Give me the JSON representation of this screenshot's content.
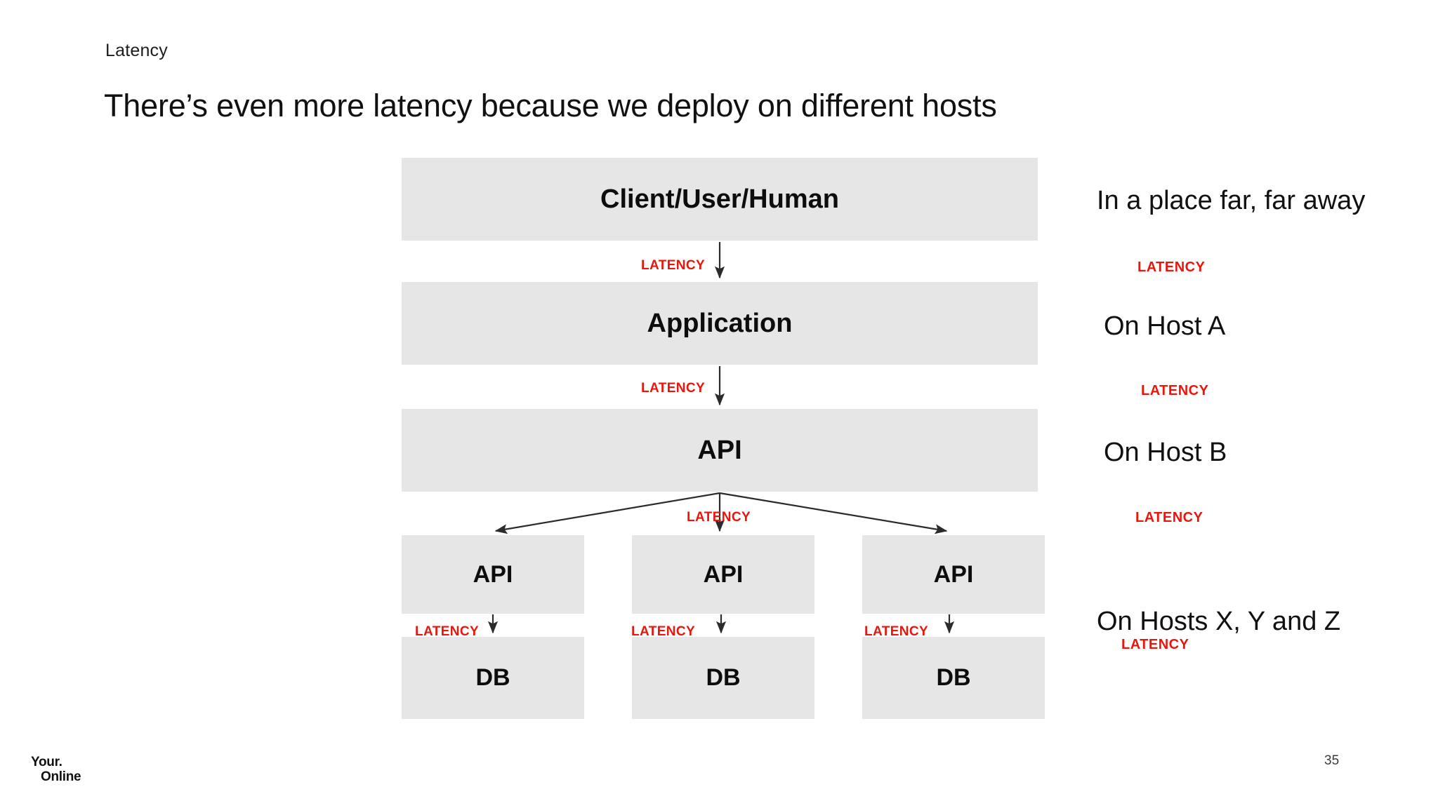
{
  "slide": {
    "eyebrow": "Latency",
    "title": "There’s even more latency because we deploy on different hosts",
    "page_number": "35",
    "logo_line_1": "Your.",
    "logo_line_2": "Online",
    "accent_color": "#e8160c",
    "box_fill_color": "#e6e6e6",
    "background_color": "#ffffff"
  },
  "diagram": {
    "type": "flow",
    "nodes": [
      {
        "id": "client",
        "label": "Client/User/Human",
        "tier": 1
      },
      {
        "id": "application",
        "label": "Application",
        "tier": 2
      },
      {
        "id": "api_main",
        "label": "API",
        "tier": 3
      },
      {
        "id": "api_x",
        "label": "API",
        "tier": 4,
        "column": 1
      },
      {
        "id": "api_y",
        "label": "API",
        "tier": 4,
        "column": 2
      },
      {
        "id": "api_z",
        "label": "API",
        "tier": 4,
        "column": 3
      },
      {
        "id": "db_x",
        "label": "DB",
        "tier": 5,
        "column": 1
      },
      {
        "id": "db_y",
        "label": "DB",
        "tier": 5,
        "column": 2
      },
      {
        "id": "db_z",
        "label": "DB",
        "tier": 5,
        "column": 3
      }
    ],
    "edge_labels": {
      "client_to_application": "LATENCY",
      "application_to_api": "LATENCY",
      "api_to_leaf_apis": "LATENCY",
      "api_x_to_db_x": "LATENCY",
      "api_y_to_db_y": "LATENCY",
      "api_z_to_db_z": "LATENCY"
    }
  },
  "annotations": {
    "placement_1": "In a place far, far away",
    "latency_1": "LATENCY",
    "placement_2": "On Host A",
    "latency_2": "LATENCY",
    "placement_3": "On Host B",
    "latency_3": "LATENCY",
    "latency_4": "LATENCY",
    "placement_4": "On Hosts X, Y and Z"
  }
}
